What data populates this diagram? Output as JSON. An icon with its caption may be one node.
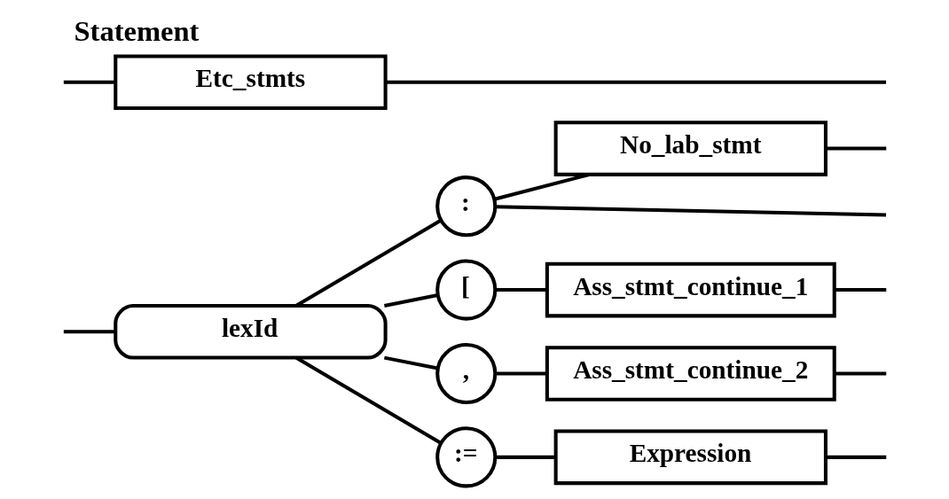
{
  "diagram": {
    "title": "Statement",
    "nodes": [
      {
        "text": [
          "lexId"
        ]
      },
      {
        "text": [
          ":"
        ]
      },
      {
        "text": [
          "No_lab_stmt"
        ]
      },
      {
        "text": [
          "["
        ]
      },
      {
        "text": [
          "Ass_stmt_continue_1"
        ]
      },
      {
        "text": [
          ","
        ]
      },
      {
        "text": [
          "Ass_stmt_continue_2"
        ]
      },
      {
        "text": [
          ":="
        ]
      },
      {
        "text": [
          "Expression"
        ]
      },
      {
        "text": [
          "Etc_stmts"
        ]
      }
    ],
    "edges": [
      {
        "from": null,
        "to": 0,
        "arrow": "none"
      },
      {
        "from": null,
        "to": 9,
        "arrow": "none"
      },
      {
        "from": 0,
        "to": 1,
        "arrow": "none"
      },
      {
        "from": 0,
        "to": 3,
        "arrow": "none"
      },
      {
        "from": 0,
        "to": 5,
        "arrow": "none"
      },
      {
        "from": 0,
        "to": 7,
        "arrow": "none"
      },
      {
        "from": 1,
        "to": 2,
        "arrow": "none"
      },
      {
        "from": 1,
        "to": null,
        "arrow": "none"
      },
      {
        "from": 2,
        "to": null,
        "arrow": "none"
      },
      {
        "from": 3,
        "to": 4,
        "arrow": "none"
      },
      {
        "from": 4,
        "to": null,
        "arrow": "none"
      },
      {
        "from": 5,
        "to": 6,
        "arrow": "none"
      },
      {
        "from": 6,
        "to": null,
        "arrow": "none"
      },
      {
        "from": 7,
        "to": 8,
        "arrow": "none"
      },
      {
        "from": 8,
        "to": null,
        "arrow": "none"
      },
      {
        "from": 9,
        "to": null,
        "arrow": "none"
      }
    ]
  }
}
